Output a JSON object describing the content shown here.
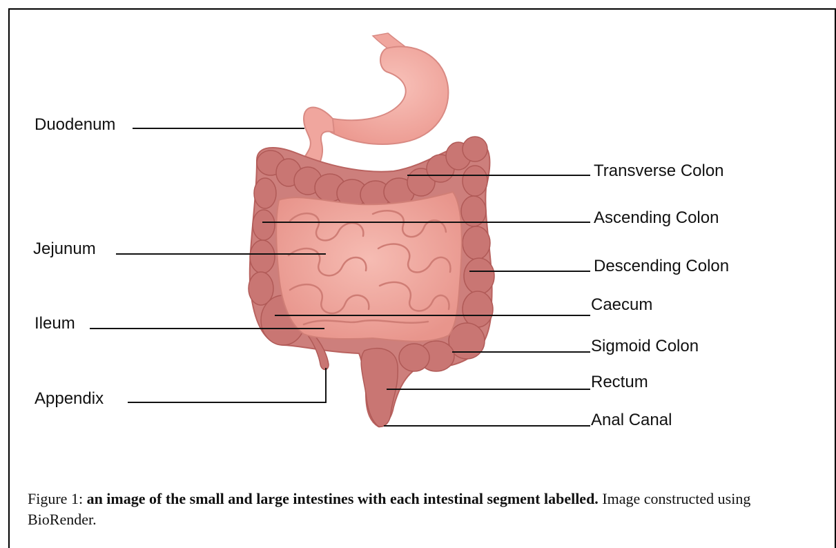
{
  "labels": {
    "duodenum": "Duodenum",
    "jejunum": "Jejunum",
    "ileum": "Ileum",
    "appendix": "Appendix",
    "transverse_colon": "Transverse Colon",
    "ascending_colon": "Ascending Colon",
    "descending_colon": "Descending Colon",
    "caecum": "Caecum",
    "sigmoid_colon": "Sigmoid Colon",
    "rectum": "Rectum",
    "anal_canal": "Anal Canal"
  },
  "caption": {
    "prefix": "Figure 1: ",
    "bold": "an image of the small and large intestines with each intestinal segment labelled.",
    "suffix": " Image constructed using BioRender."
  },
  "colors": {
    "colon": "#cd7f7c",
    "colon_dark": "#b9625f",
    "small_intestine": "#f1a8a0",
    "stomach": "#f2aaa2",
    "leader_line": "#111111"
  }
}
